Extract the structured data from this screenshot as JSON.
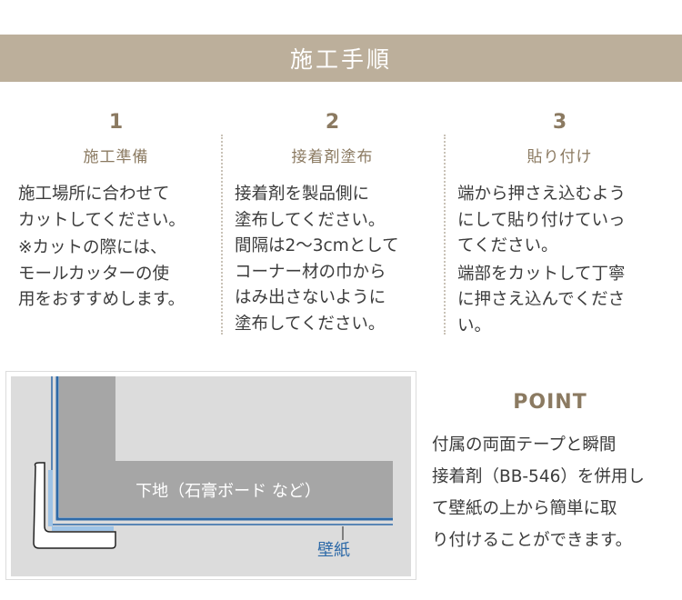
{
  "header": {
    "title": "施工手順"
  },
  "steps": [
    {
      "number": "1",
      "title": "施工準備",
      "paragraphs": [
        "施工場所に合わせて\nカットしてください。",
        "※カットの際には、\nモールカッターの使\n用をおすすめします。"
      ]
    },
    {
      "number": "2",
      "title": "接着剤塗布",
      "paragraphs": [
        "接着剤を製品側に\n塗布してください。\n間隔は2〜3cmとして\nコーナー材の巾から\nはみ出さないように\n塗布してください。"
      ]
    },
    {
      "number": "3",
      "title": "貼り付け",
      "paragraphs": [
        "端から押さえ込むよう\nにして貼り付けていっ\nてください。",
        "端部をカットして丁寧\nに押さえ込んでくださ\nい。"
      ]
    }
  ],
  "diagram": {
    "substrate_label": "下地（石膏ボード など）",
    "wall_label": "壁紙",
    "colors": {
      "substrate": "#a6a6a6",
      "background": "#dcdcdc",
      "wallpaper": "#2e6aa8",
      "accent": "#9ec3e6"
    }
  },
  "point": {
    "title": "POINT",
    "body": "付属の両面テープと瞬間\n接着剤（BB-546）を併用し\nて壁紙の上から簡単に取\nり付けることができます。"
  }
}
